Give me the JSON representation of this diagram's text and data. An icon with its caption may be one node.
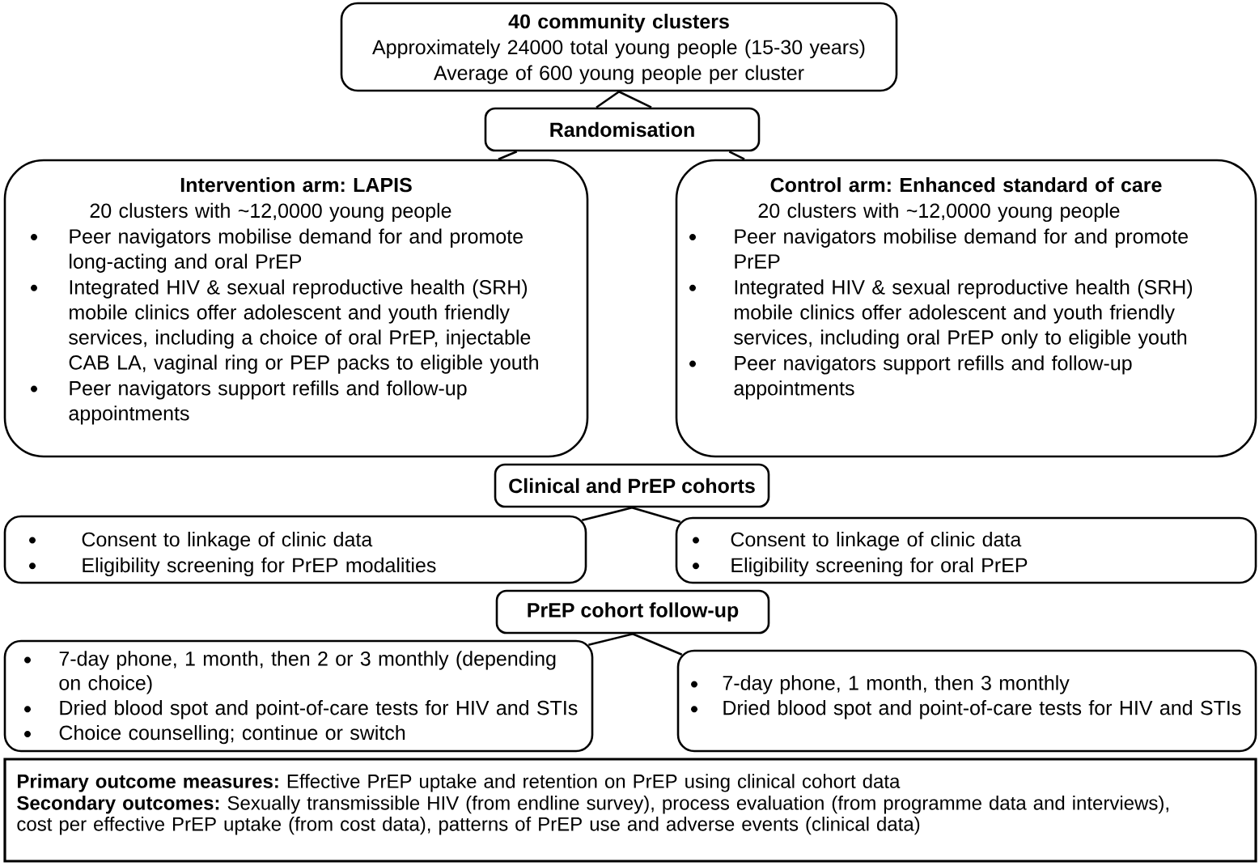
{
  "diagram": {
    "nodes": [
      {
        "text": [
          "40 community clusters",
          "Approximately 24000 total young people (15-30 years)",
          "Average of 600 young people per cluster"
        ]
      },
      {
        "text": [
          "Randomisation"
        ]
      },
      {
        "text": [
          "Intervention arm: LAPIS",
          "20 clusters with ~12,0000 young people",
          "Peer navigators mobilise demand for and promote long-acting and oral PrEP",
          "Integrated HIV & sexual reproductive health (SRH) mobile clinics offer adolescent and youth friendly services, including a choice of oral PrEP, injectable CAB LA, vaginal ring or PEP packs to eligible youth",
          "Peer navigators support refills and follow-up appointments"
        ]
      },
      {
        "text": [
          "Control arm: Enhanced standard of care",
          "20 clusters with ~12,0000 young people",
          "Peer navigators mobilise demand for and promote PrEP",
          "Integrated HIV & sexual reproductive health (SRH) mobile clinics offer adolescent and youth friendly services, including oral PrEP only to eligible youth",
          "Peer navigators support refills and follow-up appointments"
        ]
      },
      {
        "text": [
          "Clinical and PrEP cohorts"
        ]
      },
      {
        "text": [
          "Consent to linkage of clinic data",
          "Eligibility screening for PrEP modalities"
        ]
      },
      {
        "text": [
          "Consent to linkage of clinic data",
          "Eligibility screening for oral PrEP"
        ]
      },
      {
        "text": [
          "PrEP cohort follow-up"
        ]
      },
      {
        "text": [
          "7-day phone, 1 month, then 2 or 3 monthly (depending on choice)",
          "Dried blood spot and point-of-care tests for HIV and STIs",
          "Choice counselling; continue or switch"
        ]
      },
      {
        "text": [
          "7-day phone, 1 month, then 3 monthly",
          "Dried blood spot and point-of-care tests for HIV and STIs"
        ]
      },
      {
        "text": [
          "**Primary outcome measures:** Effective PrEP uptake and retention on PrEP using clinical cohort data",
          "**Secondary outcomes:** Sexually transmissible HIV (from endline survey), process evaluation (from programme data and interviews), cost per effective PrEP uptake (from cost data), patterns of PrEP use and adverse events (clinical data)"
        ]
      }
    ],
    "edges": [
      {
        "from": 0,
        "to": 1,
        "arrow": "none"
      },
      {
        "from": 1,
        "to": 2,
        "arrow": "none"
      },
      {
        "from": 1,
        "to": 3,
        "arrow": "none"
      },
      {
        "from": 4,
        "to": 5,
        "arrow": "none"
      },
      {
        "from": 4,
        "to": 6,
        "arrow": "none"
      },
      {
        "from": 7,
        "to": 8,
        "arrow": "none"
      },
      {
        "from": 7,
        "to": 9,
        "arrow": "none"
      }
    ]
  }
}
